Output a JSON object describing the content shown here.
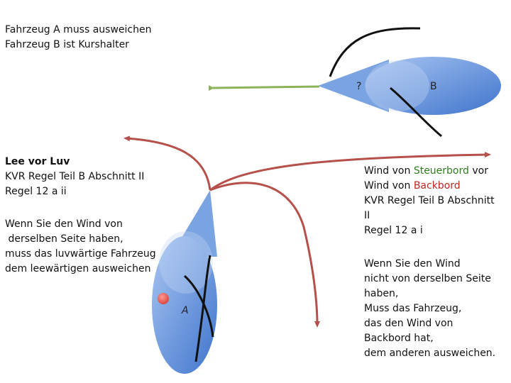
{
  "header": {
    "line1": "Fahrzeug A muss ausweichen",
    "line2": "Fahrzeug B ist Kurshalter"
  },
  "left_rule": {
    "title": "Lee vor Luv",
    "ref1": "KVR Regel Teil B Abschnitt II",
    "ref2": "Regel 12 a ii",
    "body": [
      "Wenn Sie den Wind von",
      " derselben Seite haben,",
      "muss das luvwärtige Fahrzeug",
      "dem leewärtigen ausweichen"
    ]
  },
  "right_rule": {
    "line1_pre": "Wind von ",
    "line1_highlight": "Steuerbord",
    "line1_post": " vor",
    "line2_pre": "Wind von ",
    "line2_highlight": "Backbord",
    "ref1": "KVR Regel Teil B Abschnitt",
    "ref2": "II",
    "ref3": "Regel 12 a i",
    "body": [
      "Wenn Sie den Wind",
      "nicht von derselben Seite",
      "haben,",
      "Muss das Fahrzeug,",
      "das den Wind von",
      "Backbord hat,",
      "dem anderen ausweichen."
    ]
  },
  "diagram": {
    "vessel_a_label": "A",
    "vessel_b_label": "B",
    "question_label": "?",
    "colors": {
      "vessel": "#4a7fd0",
      "vessel_light": "#8fb4ec",
      "green_arrow": "#8db35a",
      "red_arrow": "#b5504a",
      "highlight_green": "#2e7d1e",
      "highlight_red": "#c0271c",
      "marker": "#e8504a"
    }
  }
}
